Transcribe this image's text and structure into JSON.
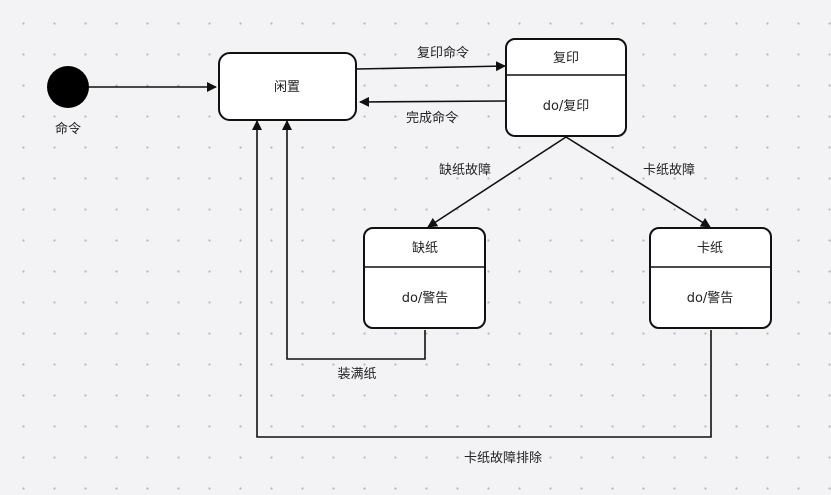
{
  "diagram": {
    "initial": {
      "label": "命令"
    },
    "states": {
      "idle": {
        "name": "闲置"
      },
      "copy": {
        "name": "复印",
        "action": "do/复印"
      },
      "no_paper": {
        "name": "缺纸",
        "action": "do/警告"
      },
      "jam": {
        "name": "卡纸",
        "action": "do/警告"
      }
    },
    "transitions": {
      "copy_command": "复印命令",
      "done_command": "完成命令",
      "no_paper_fault": "缺纸故障",
      "jam_fault": "卡纸故障",
      "refill_paper": "装满纸",
      "clear_jam": "卡纸故障排除"
    }
  }
}
